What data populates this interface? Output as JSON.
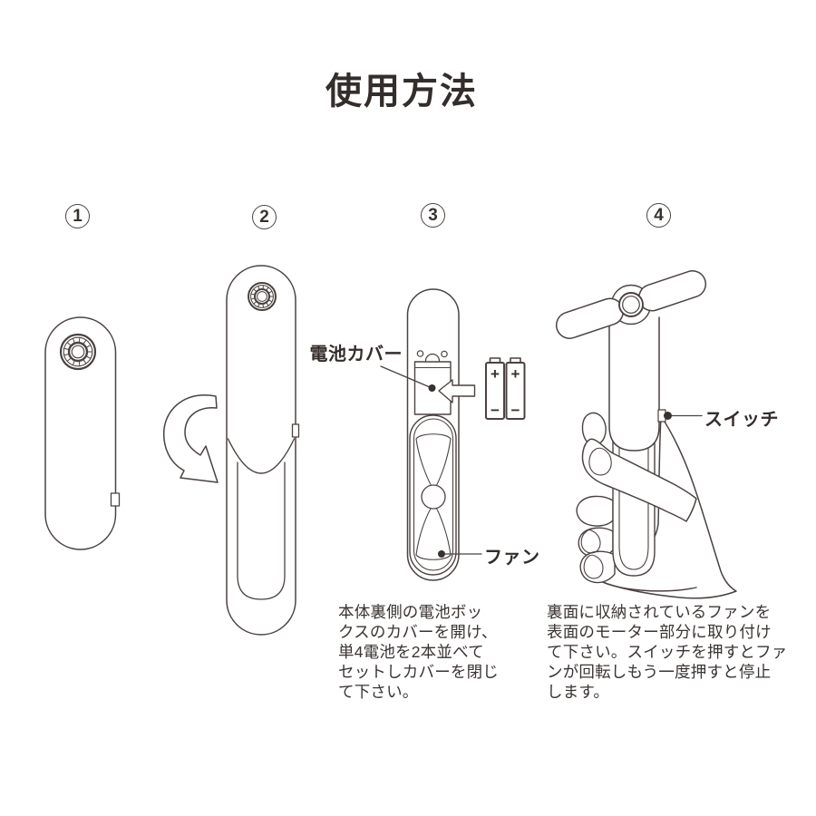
{
  "title": "使用方法",
  "ink": "#4a4240",
  "steps": [
    {
      "number": "1"
    },
    {
      "number": "2"
    },
    {
      "number": "3",
      "labels": {
        "battery_cover": "電池カバー",
        "fan": "ファン"
      },
      "caption_lines": [
        "本体裏側の電池ボッ",
        "クスのカバーを開け、",
        "単4電池を2本並べて",
        "セットしカバーを閉じ",
        "て下さい。"
      ]
    },
    {
      "number": "4",
      "labels": {
        "switch": "スイッチ"
      },
      "caption_lines": [
        "裏面に収納されているファンを",
        "表面のモーター部分に取り付け",
        "て下さい。スイッチを押すとファ",
        "ンが回転しもう一度押すと停止",
        "します。"
      ]
    }
  ],
  "battery": {
    "plus": "+",
    "minus": "−"
  },
  "icons": {
    "rotate_arrow": "rotate-arrow",
    "insert_arrow": "insert-arrow",
    "motor_mount": "motor-bearing",
    "fan": "fan-blades",
    "switch": "switch-button"
  }
}
